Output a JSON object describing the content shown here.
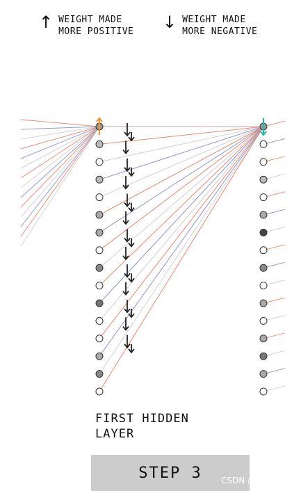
{
  "legend": {
    "up": {
      "icon": "arrow-up-icon",
      "label": "WEIGHT MADE\nMORE POSITIVE"
    },
    "down": {
      "icon": "arrow-down-icon",
      "label": "WEIGHT MADE\nMORE NEGATIVE"
    }
  },
  "diagram": {
    "layer_label": "FIRST HIDDEN\nLAYER",
    "colors": {
      "positive": "#e8735a",
      "negative": "#7b84c4",
      "neutral": "#c9c9c9",
      "up_arrow": "#f0962d",
      "teal_arrow": "#2bb3a6"
    },
    "left_layer_nodes": [
      "#999999",
      "#bbbbbb",
      "#ffffff",
      "#bbbbbb",
      "#ffffff",
      "#aaaaaa",
      "#aaaaaa",
      "#ffffff",
      "#888888",
      "#ffffff",
      "#777777",
      "#ffffff",
      "#ffffff",
      "#aaaaaa",
      "#888888",
      "#ffffff"
    ],
    "right_layer_nodes": [
      "#999999",
      "#ffffff",
      "#ffffff",
      "#bbbbbb",
      "#ffffff",
      "#aaaaaa",
      "#444444",
      "#ffffff",
      "#888888",
      "#ffffff",
      "#aaaaaa",
      "#ffffff",
      "#aaaaaa",
      "#777777",
      "#aaaaaa",
      "#ffffff"
    ],
    "connection_colors": [
      "#c9c9c9",
      "#e8735a",
      "#c9c9c9",
      "#7b84c4",
      "#c9c9c9",
      "#e8735a",
      "#7b84c4",
      "#e8735a",
      "#c9c9c9",
      "#e8735a",
      "#7b84c4",
      "#c9c9c9",
      "#e8735a",
      "#7b84c4",
      "#c9c9c9",
      "#e8735a"
    ],
    "offscreen_line_colors": [
      "#e8735a",
      "#7b84c4",
      "#c9c9c9",
      "#e8735a",
      "#7b84c4",
      "#c9c9c9",
      "#e8735a",
      "#c9c9c9",
      "#7b84c4",
      "#e8735a",
      "#c9c9c9",
      "#7b84c4",
      "#e8735a",
      "#c9c9c9"
    ],
    "down_arrow_rows": [
      0,
      1,
      2,
      3,
      4,
      5,
      6,
      7,
      8,
      9,
      10,
      11,
      12
    ]
  },
  "step_button": {
    "label": "STEP 3"
  },
  "watermark": "CSDN @寒冰屋"
}
